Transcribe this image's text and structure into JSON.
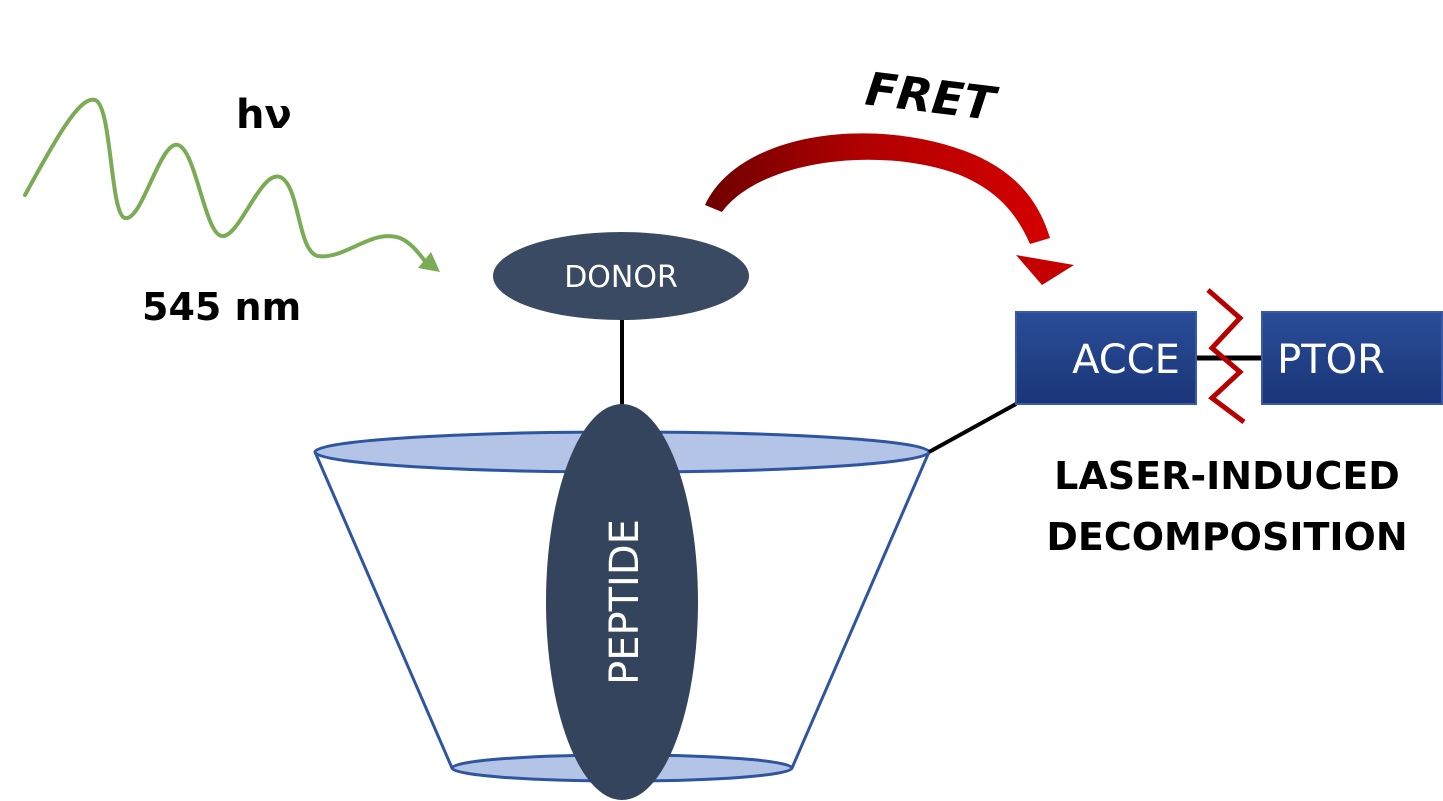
{
  "light": {
    "label": "hν",
    "wavelength": "545 nm",
    "color": "#7aab55"
  },
  "transfer": {
    "label": "FRET",
    "color": "#c40000",
    "shadow_color": "#6e0000"
  },
  "donor": {
    "label": "DONOR",
    "color": "#3a4a63"
  },
  "peptide": {
    "label": "PEPTIDE",
    "color": "#34445c"
  },
  "acceptor": {
    "left_label": "ACCE",
    "right_label": "PTOR",
    "color": "#1e3e86"
  },
  "decomposition": {
    "line1": "LASER-INDUCED",
    "line2": "DECOMPOSITION",
    "zigzag_color": "#b80000"
  },
  "cone": {
    "rim_fill": "#b3c4e6",
    "outline": "#2e55a0"
  }
}
